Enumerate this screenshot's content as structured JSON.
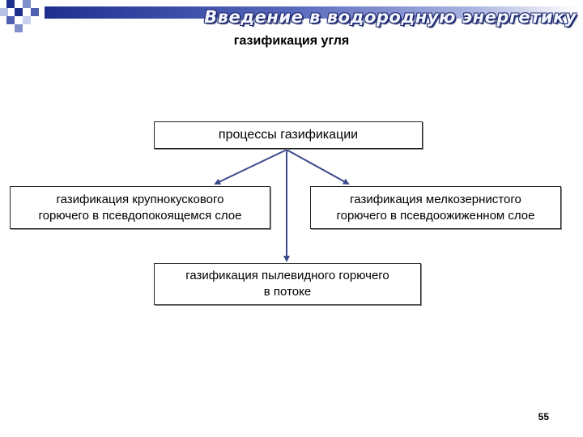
{
  "header": {
    "banner_text": "Введение в водородную энергетику",
    "slide_title": "газификация угля"
  },
  "diagram": {
    "root": "процессы газификации",
    "children": [
      "газификация крупнокускового\nгорючего в псевдопокоящемся слое",
      "газификация мелкозернистого\nгорючего в псевдоожиженном слое",
      "газификация пылевидного горючего\nв потоке"
    ]
  },
  "footer": {
    "page_number": "55"
  },
  "colors": {
    "arrow": "#3b4a8c",
    "banner_dark": "#1f2a6e",
    "bar_start": "#1f2f8f"
  }
}
